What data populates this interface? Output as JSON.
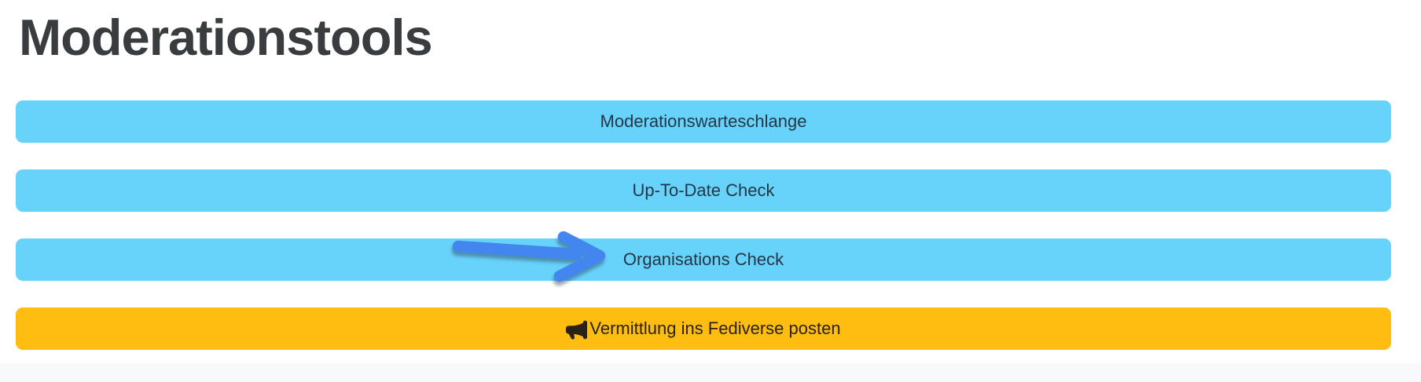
{
  "page": {
    "title": "Moderationstools"
  },
  "buttons": [
    {
      "label": "Moderationswarteschlange"
    },
    {
      "label": "Up-To-Date Check"
    },
    {
      "label": "Organisations Check"
    },
    {
      "label": "Vermittlung ins Fediverse posten",
      "icon": "megaphone-icon"
    }
  ],
  "annotation": {
    "shape": "arrow",
    "points_to": "Organisations Check",
    "color": "#4486f0"
  },
  "colors": {
    "button_info_bg": "#67d3fb",
    "button_warning_bg": "#ffbc11",
    "button_text": "#253746",
    "warning_button_text": "#2a2216",
    "title_text": "#3a3d40",
    "footer_strip_bg": "#f8f9fa",
    "arrow_blue": "#4486f0"
  }
}
